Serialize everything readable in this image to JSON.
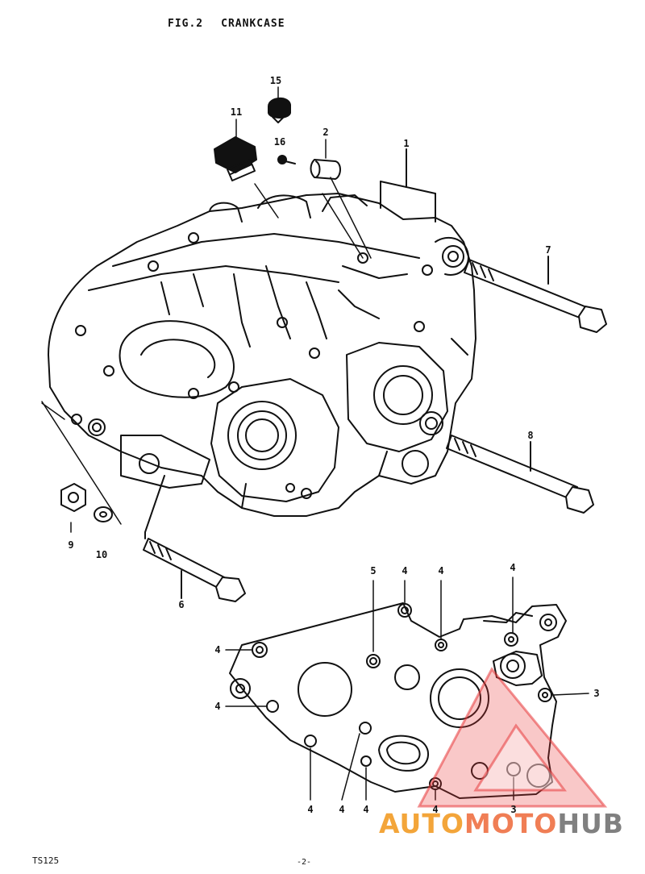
{
  "header": {
    "fig": "FIG.2",
    "title": "CRANKCASE"
  },
  "footer": {
    "model": "TS125",
    "page": "-2-"
  },
  "watermark": {
    "part1": "AUTO",
    "part2": "MOTO",
    "part3": "HUB",
    "colors": {
      "auto": "#f3a53a",
      "moto": "#f07e55",
      "hub": "#808080",
      "triangle": "#e8393a"
    }
  },
  "callouts": {
    "c1": "1",
    "c2": "2",
    "c3": "3",
    "c4": "4",
    "c5": "5",
    "c6": "6",
    "c7": "7",
    "c8": "8",
    "c9": "9",
    "c10": "10",
    "c11": "11",
    "c15": "15",
    "c16": "16"
  }
}
